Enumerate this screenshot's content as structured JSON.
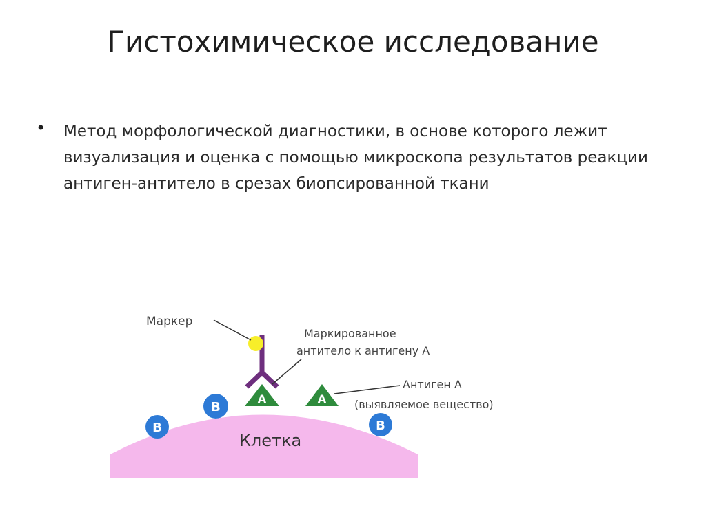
{
  "slide": {
    "title": "Гистохимическое исследование",
    "bullet_symbol": "•",
    "bullet_text": "Метод морфологической диагностики, в основе которого лежит визуализация и оценка с помощью микроскопа результатов реакции антиген-антитело в срезах биопсированной ткани"
  },
  "diagram": {
    "label_marker": "Маркер",
    "label_antibody_line1": "Маркированное",
    "label_antibody_line2": "антитело к антигену А",
    "label_antigen_line1": "Антиген А",
    "label_antigen_line2": "(выявляемое вещество)",
    "label_cell": "Клетка",
    "antigen_a_letter": "A",
    "antigen_b_letter": "B",
    "colors": {
      "cell": "#f5b8ec",
      "marker": "#f7ee2a",
      "antibody": "#6e2f7e",
      "antigen_a": "#2e8b3c",
      "antigen_b": "#2d7ad6"
    }
  }
}
